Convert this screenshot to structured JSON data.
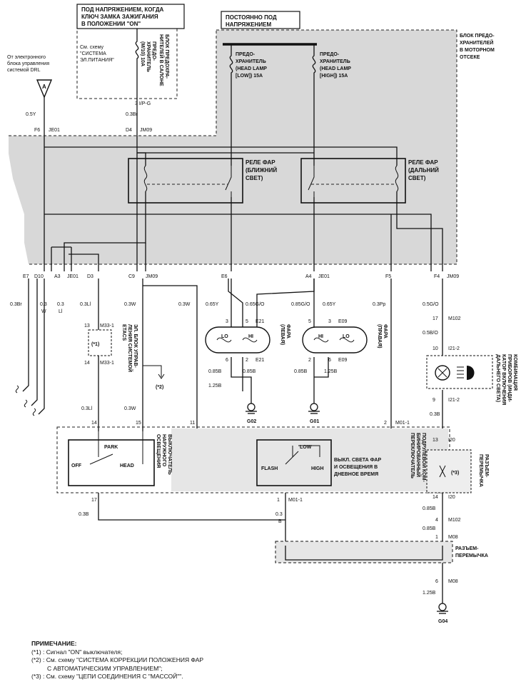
{
  "labels": {
    "ign_box": [
      "ПОД НАПРЯЖЕНИЕМ, КОГДА",
      "КЛЮЧ ЗАМКА ЗАЖИГАНИЯ",
      "В ПОЛОЖЕНИИ \"ON\""
    ],
    "batt_box": [
      "ПОСТОЯННО ПОД",
      "НАПРЯЖЕНИЕМ"
    ],
    "see_power": [
      "См. схему",
      "\"СИСТЕМА",
      "ЭЛ.ПИТАНИЯ\""
    ],
    "inner_fuse_block": [
      "БЛОК ПРЕДОХРА-",
      "НИТЕЛЕЙ В САЛОНЕ"
    ],
    "fuse_in": [
      "ПРЕДО-",
      "ХРАНИТЕЛЬ",
      "(M/10) 10A"
    ],
    "fuse_low": [
      "ПРЕДО-",
      "ХРАНИТЕЛЬ",
      "(HEAD LAMP",
      "[LOW]) 15A"
    ],
    "fuse_high": [
      "ПРЕДО-",
      "ХРАНИТЕЛЬ",
      "(HEAD LAMP",
      "[HIGH]) 15A"
    ],
    "engine_fuse_block": [
      "БЛОК ПРЕДО-",
      "ХРАНИТЕЛЕЙ",
      "В МОТОРНОМ",
      "ОТСЕКЕ"
    ],
    "drl_src": [
      "От электронного",
      "блока управления",
      "системой DRL"
    ],
    "relay_low": [
      "РЕЛЕ ФАР",
      "(БЛИЖНИЙ",
      "СВЕТ)"
    ],
    "relay_high": [
      "РЕЛЕ ФАР",
      "(ДАЛЬНИЙ",
      "СВЕТ)"
    ],
    "lamp_left": [
      "ФАРА",
      "(ЛЕВАЯ)"
    ],
    "lamp_right": [
      "ФАРА",
      "(ПРАВАЯ)"
    ],
    "etacs": [
      "ЭЛ. БЛОК УПРАВ-",
      "ЛЕНИЯ СИСТЕМОЙ",
      "ETACS"
    ],
    "light_sw": [
      "ВЫКЛЮЧАТЕЛЬ",
      "НАРУЖНОГО",
      "ОСВЕЩЕНИЯ"
    ],
    "flash_sw": [
      "ВЫКЛ. СВЕТА ФАР",
      "И ОСВЕЩЕНИЯ В",
      "ДНЕВНОЕ ВРЕМЯ"
    ],
    "multi_sw": [
      "ПОДРУЛЕВОЙ КОМ-",
      "БИНИРОВАННЫЙ",
      "ПЕРЕКЛЮЧАТЕЛЬ"
    ],
    "cluster": [
      "КОМБИНАЦИЯ",
      "ПРИБОРОВ (ИНДИ-",
      "КАТОР ВКЛЮЧЕНИЯ",
      "ДАЛЬНЕГО СВЕТА)"
    ],
    "jumper1": [
      "РАЗЪЕМ-",
      "ПЕРЕМЫЧКА"
    ],
    "jumper2": [
      "РАЗЪЕМ-",
      "ПЕРЕМЫЧКА"
    ],
    "sw_park": "PARK",
    "sw_off": "OFF",
    "sw_head": "HEAD",
    "sw_low": "LOW",
    "sw_flash": "FLASH",
    "sw_high": "HIGH",
    "lo": "LO",
    "hi": "HI",
    "a": "A",
    "star1": "(*1)",
    "star2": "(*2)",
    "star3": "(*3)",
    "g02": "G02",
    "g01": "G01",
    "g04": "G04",
    "pin_3_ipg": "3  I/P-G",
    "f6": "F6",
    "je01": "JE01",
    "d4": "D4",
    "jm09": "JM09",
    "w05y": "0.5Y",
    "w03br_top": "0.3Br",
    "e7": "E7",
    "d10": "D10",
    "a3": "A3",
    "je01b": "JE01",
    "d3": "D3",
    "c9": "C9",
    "jm09b": "JM09",
    "e6": "E6",
    "a4": "A4",
    "je01c": "JE01",
    "f5": "F5",
    "f4": "F4",
    "jm09c": "JM09",
    "w_03br": "0.3Br",
    "w_03w_a": "0.3",
    "w_w": "W",
    "w_03l_a": "0.3",
    "w_l": "Ll",
    "w_03l_b": "0.3Ll",
    "w_03w_b": "0.3W",
    "w_03w_c": "0.3W",
    "w_065y_a": "0.65Y",
    "w_065go_a": "0.65G/O",
    "w_085go_b": "0.85G/O",
    "w_065y_b": "0.65Y",
    "w_03pp": "0.3Pp",
    "w_05go": "0.5G/O",
    "p3a": "3",
    "p5a": "5",
    "e21a": "E21",
    "p6a": "6",
    "p2a": "2",
    "e21b": "E21",
    "p5b": "5",
    "p3b": "3",
    "e09a": "E09",
    "p2b": "2",
    "p6b": "6",
    "e09b": "E09",
    "w_085b_a": "0.85B",
    "w_085b_b": "0.85B",
    "w_125b_a": "1.25B",
    "w_085b_c": "0.85B",
    "w_125b_b": "1.25B",
    "p13": "13",
    "m33_1a": "M33-1",
    "p14": "14",
    "m33_1b": "M33-1",
    "w_03l_c": "0.3Ll",
    "w_03w_d": "0.3W",
    "pin14": "14",
    "pin15": "15",
    "pin11": "11",
    "pin2": "2",
    "m01_1a": "M01-1",
    "pin17": "17",
    "w_03b": "0.3B",
    "pin1": "1",
    "m01_1b": "M01-1",
    "w_03b_2a": "0.3",
    "w_03b_2b": "B",
    "p17": "17",
    "m102a": "M102",
    "w_05bo": "0.5B/O",
    "p10": "10",
    "i21_2a": "I21-2",
    "p9": "9",
    "i21_2b": "I21-2",
    "w_03b_c": "0.3B",
    "p13b": "13",
    "i20a": "I20",
    "p14b": "14",
    "i20b": "I20",
    "w_085b_d": "0.85B",
    "p4": "4",
    "m102b": "M102",
    "w_085b_e": "0.85B",
    "p1": "1",
    "m08a": "M08",
    "p6": "6",
    "m08b": "M08",
    "w_125b_c": "1.25B"
  },
  "notes": {
    "title": "ПРИМЕЧАНИЕ:",
    "n1": "(*1) : Сигнал \"ON\" выключателя;",
    "n2a": "(*2) : См. схему \"СИСТЕМА КОРРЕКЦИИ ПОЛОЖЕНИЯ ФАР",
    "n2b": "С АВТОМАТИЧЕСКИМ УПРАВЛЕНИЕМ\";",
    "n3": "(*3) : См. схему \"ЦЕПИ СОЕДИНЕНИЯ С \"МАССОЙ\"\"."
  }
}
